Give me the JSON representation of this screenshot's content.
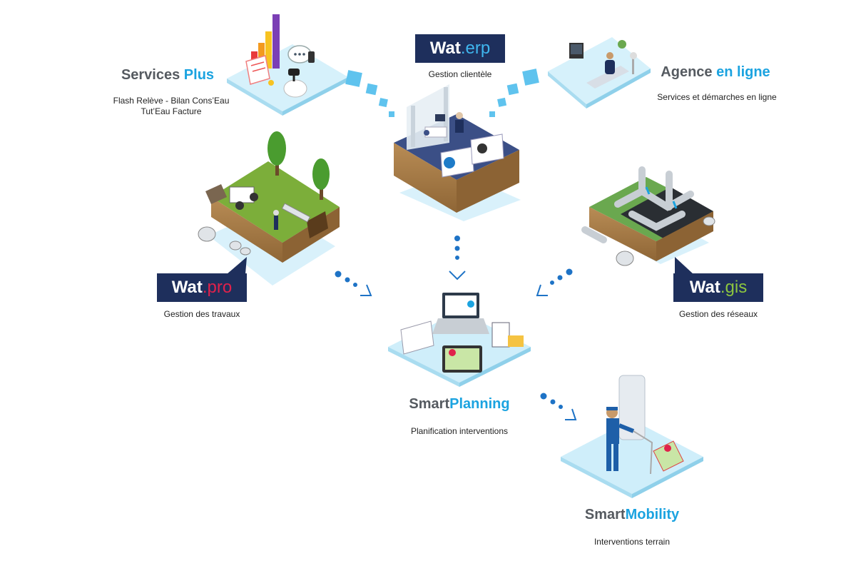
{
  "colors": {
    "accent": "#1ba3e0",
    "navy": "#1e2f5c",
    "erp_suffix": "#3fb6ee",
    "pro_suffix": "#e0214b",
    "gis_suffix": "#8dc63f",
    "tile_light": "#cfeefa",
    "soil": "#a47a46",
    "grass": "#7cae3a"
  },
  "nodes": {
    "services_plus": {
      "title_main": "Services ",
      "title_accent": "Plus",
      "line1": "Flash Relève  - Bilan Cons’Eau",
      "line2": "Tut’Eau Facture",
      "icon": "bar-chart-robot-icon"
    },
    "wat_erp": {
      "prefix": "Wat",
      "suffix": ".erp",
      "subtitle": "Gestion clientèle",
      "icon": "office-desk-icon"
    },
    "agence": {
      "title_main": "Agence ",
      "title_accent": "en ligne",
      "subtitle": "Services et démarches en ligne",
      "icon": "living-room-icon"
    },
    "wat_pro": {
      "prefix": "Wat",
      "suffix": ".pro",
      "subtitle": "Gestion des travaux",
      "icon": "excavation-site-icon"
    },
    "wat_gis": {
      "prefix": "Wat",
      "suffix": ".gis",
      "subtitle": "Gestion des réseaux",
      "icon": "pipe-network-icon"
    },
    "smart_planning": {
      "title_main": "Smart",
      "title_accent": "Planning",
      "subtitle": "Planification interventions",
      "icon": "laptop-planning-icon"
    },
    "smart_mobility": {
      "title_main": "Smart",
      "title_accent": "Mobility",
      "subtitle": "Interventions terrain",
      "icon": "field-technician-icon"
    }
  }
}
